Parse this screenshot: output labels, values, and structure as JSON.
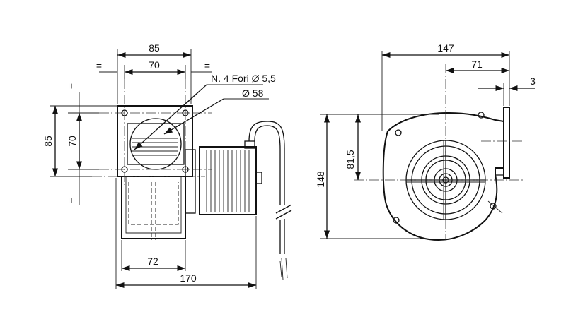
{
  "front_view": {
    "dim_top_overall": "85",
    "dim_top_inner": "70",
    "eq_left": "=",
    "eq_right": "=",
    "dim_left_overall": "85",
    "dim_left_inner": "70",
    "eq_top": "=",
    "eq_bottom": "=",
    "note_holes": "N. 4 Fori Ø 5,5",
    "note_diameter": "Ø 58",
    "dim_bottom_72": "72",
    "dim_bottom_170": "170"
  },
  "side_view": {
    "dim_147": "147",
    "dim_71": "71",
    "dim_3": "3",
    "dim_148": "148",
    "dim_81_5": "81,5"
  }
}
